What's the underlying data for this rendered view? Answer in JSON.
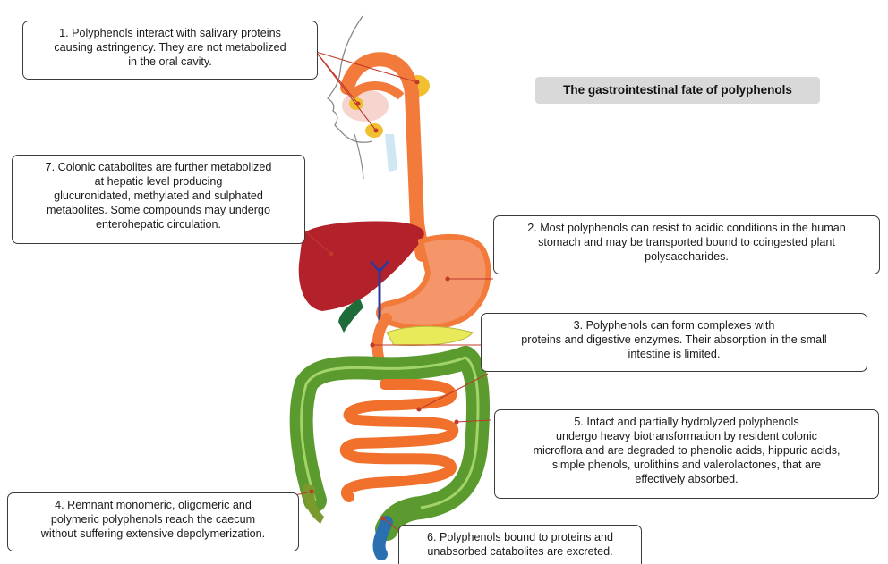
{
  "title": "The gastrointestinal fate of polyphenols",
  "steps": [
    {
      "num": "1",
      "text": "1. Polyphenols interact with salivary proteins\ncausing astringency. They are not metabolized\nin the oral cavity."
    },
    {
      "num": "2",
      "text": "2. Most polyphenols can resist to acidic conditions in the human\nstomach and may be transported bound to coingested plant\npolysaccharides."
    },
    {
      "num": "3",
      "text": "3. Polyphenols can form complexes with\nproteins and digestive enzymes. Their absorption in the small\nintestine is limited."
    },
    {
      "num": "4",
      "text": "4. Remnant monomeric, oligomeric and\npolymeric polyphenols reach the caecum\nwithout suffering extensive depolymerization."
    },
    {
      "num": "5",
      "text": "5. Intact and partially hydrolyzed polyphenols\nundergo heavy biotransformation by resident colonic\nmicroflora and are degraded to phenolic acids, hippuric acids,\nsimple phenols, urolithins and valerolactones, that are\neffectively absorbed."
    },
    {
      "num": "6",
      "text": "6. Polyphenols bound to proteins and\nunabsorbed catabolites are excreted."
    },
    {
      "num": "7",
      "text": "7. Colonic catabolites are further metabolized\nat hepatic level producing\nglucuronidated, methylated and sulphated\nmetabolites. Some compounds may undergo\nenterohepatic circulation."
    }
  ],
  "colors": {
    "esophagus": "#f27a3a",
    "stomach": "#f4956a",
    "liver": "#b3222b",
    "colon": "#5a9a2e",
    "small_intestine": "#f0702c",
    "pancreas": "#e9ea5a",
    "salivary_gland": "#f0c030",
    "leader_line": "#c0392b",
    "title_bg": "#d9d9d9"
  }
}
